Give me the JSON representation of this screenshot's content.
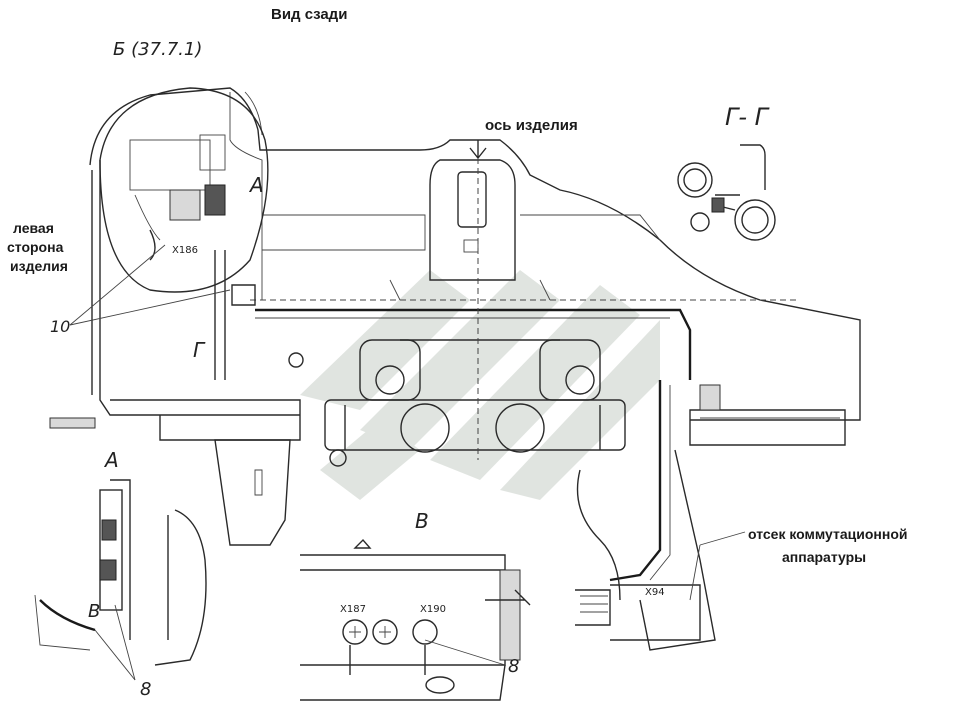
{
  "labels": {
    "title": "Вид сзади",
    "view_b": "Б (37.7.1)",
    "axis": "ось изделия",
    "section_gg": "Г- Г",
    "left_side_1": "левая",
    "left_side_2": "сторона",
    "left_side_3": "изделия",
    "compartment_1": "отсек коммутационной",
    "compartment_2": "аппаратуры",
    "callout_10": "10",
    "callout_8_left": "8",
    "callout_8_right": "8",
    "view_a_main": "А",
    "view_a_detail": "А",
    "view_v_main": "В",
    "view_v_detail": "В",
    "g_marker": "Г",
    "x186": "X186",
    "x187": "X187",
    "x190": "X190",
    "x94": "X94"
  },
  "colors": {
    "line": "#2a2a2a",
    "watermark": "#c8cfc8"
  }
}
